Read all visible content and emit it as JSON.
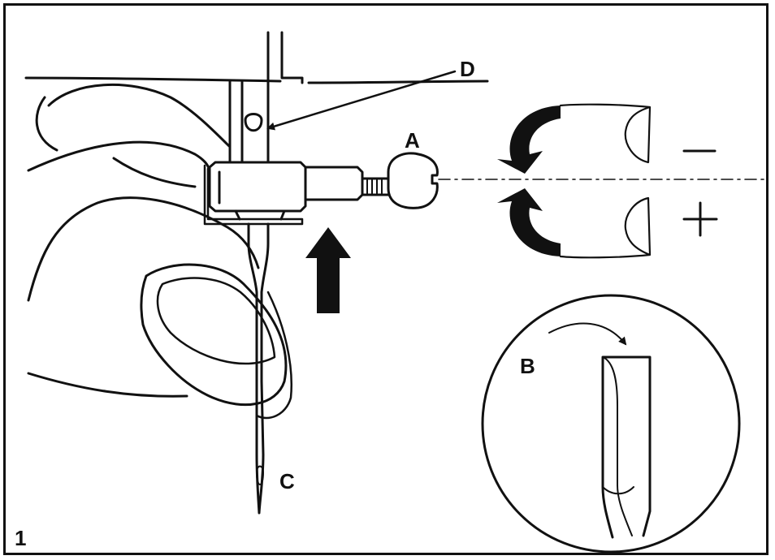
{
  "figure": {
    "number": "1",
    "labels": {
      "a": "A",
      "b": "B",
      "c": "C",
      "d": "D"
    },
    "signs": {
      "minus": "−",
      "plus": "+"
    }
  },
  "colors": {
    "ink": "#111111",
    "paper": "#ffffff"
  },
  "icons": {
    "rotation": "rotate-arrows-icon",
    "up_arrow": "arrow-up-icon",
    "curve_arrow": "curved-arrow-icon"
  }
}
